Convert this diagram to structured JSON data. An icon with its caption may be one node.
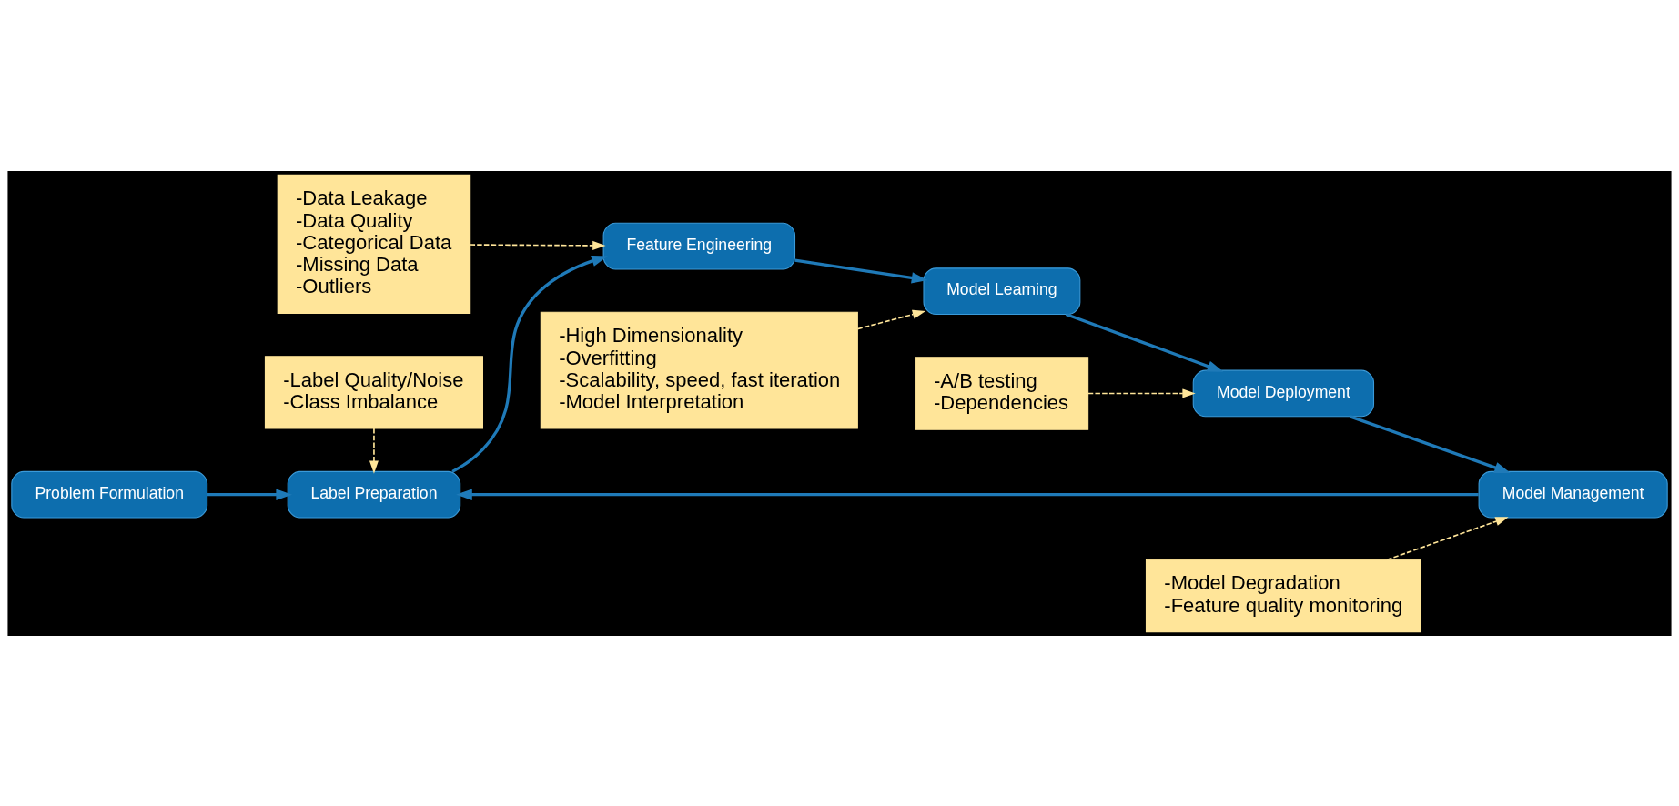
{
  "diagram": {
    "nodes": [
      {
        "text": [
          "Problem Formulation"
        ]
      },
      {
        "text": [
          "Label Preparation"
        ]
      },
      {
        "text": [
          "Feature Engineering"
        ]
      },
      {
        "text": [
          "Model Learning"
        ]
      },
      {
        "text": [
          "Model Deployment"
        ]
      },
      {
        "text": [
          "Model Management"
        ]
      },
      {
        "text": [
          "-Label Quality/Noise",
          "-Class Imbalance"
        ]
      },
      {
        "text": [
          "-Data Leakage",
          "-Data Quality",
          "-Categorical Data",
          "-Missing Data",
          "-Outliers"
        ]
      },
      {
        "text": [
          "-High Dimensionality",
          "-Overfitting",
          "-Scalability, speed, fast iteration",
          "-Model Interpretation"
        ]
      },
      {
        "text": [
          "-Model Degradation",
          "-Feature quality monitoring"
        ]
      },
      {
        "text": [
          "-A/B testing",
          "-Dependencies"
        ]
      }
    ],
    "edges": [
      {
        "from": 0,
        "to": 1,
        "arrow": "to"
      },
      {
        "from": 1,
        "to": 2,
        "arrow": "to"
      },
      {
        "from": 2,
        "to": 3,
        "arrow": "to"
      },
      {
        "from": 3,
        "to": 4,
        "arrow": "to"
      },
      {
        "from": 4,
        "to": 5,
        "arrow": "to"
      },
      {
        "from": 5,
        "to": 1,
        "arrow": "to"
      },
      {
        "from": 6,
        "to": 1,
        "arrow": "to",
        "style": "dashed",
        "color": "#ffe599"
      },
      {
        "from": 7,
        "to": 2,
        "arrow": "to",
        "style": "dashed",
        "color": "#ffe599"
      },
      {
        "from": 8,
        "to": 3,
        "arrow": "to",
        "style": "dashed",
        "color": "#ffe599"
      },
      {
        "from": 9,
        "to": 5,
        "arrow": "to",
        "style": "dashed",
        "color": "#ffe599"
      },
      {
        "from": 10,
        "to": 4,
        "arrow": "to",
        "style": "dashed",
        "color": "#ffe599"
      }
    ]
  }
}
